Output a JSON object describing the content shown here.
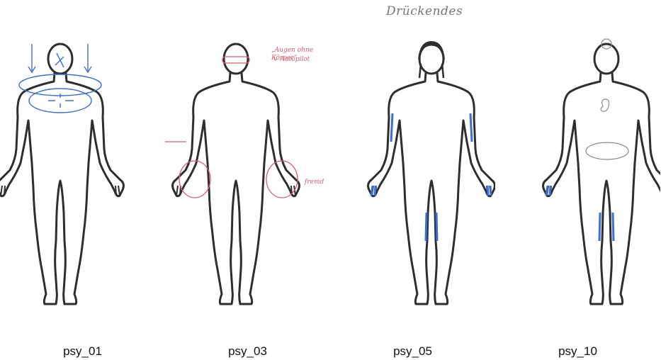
{
  "heading": "Drückendes",
  "panels": [
    {
      "label": "psy_01"
    },
    {
      "label": "psy_03"
    },
    {
      "label": "psy_05"
    },
    {
      "label": "psy_10"
    }
  ],
  "annotations": {
    "eyes_note": "„Augen ohne Körper“",
    "autopilot_note": "↳ Autopilot",
    "foreign_note": "fremd"
  },
  "colors": {
    "outline": "#2e2e2e",
    "blue_marks": "#3b6fd8",
    "red_marks": "#e05a6a",
    "grey_marks": "#8a8a8a"
  }
}
